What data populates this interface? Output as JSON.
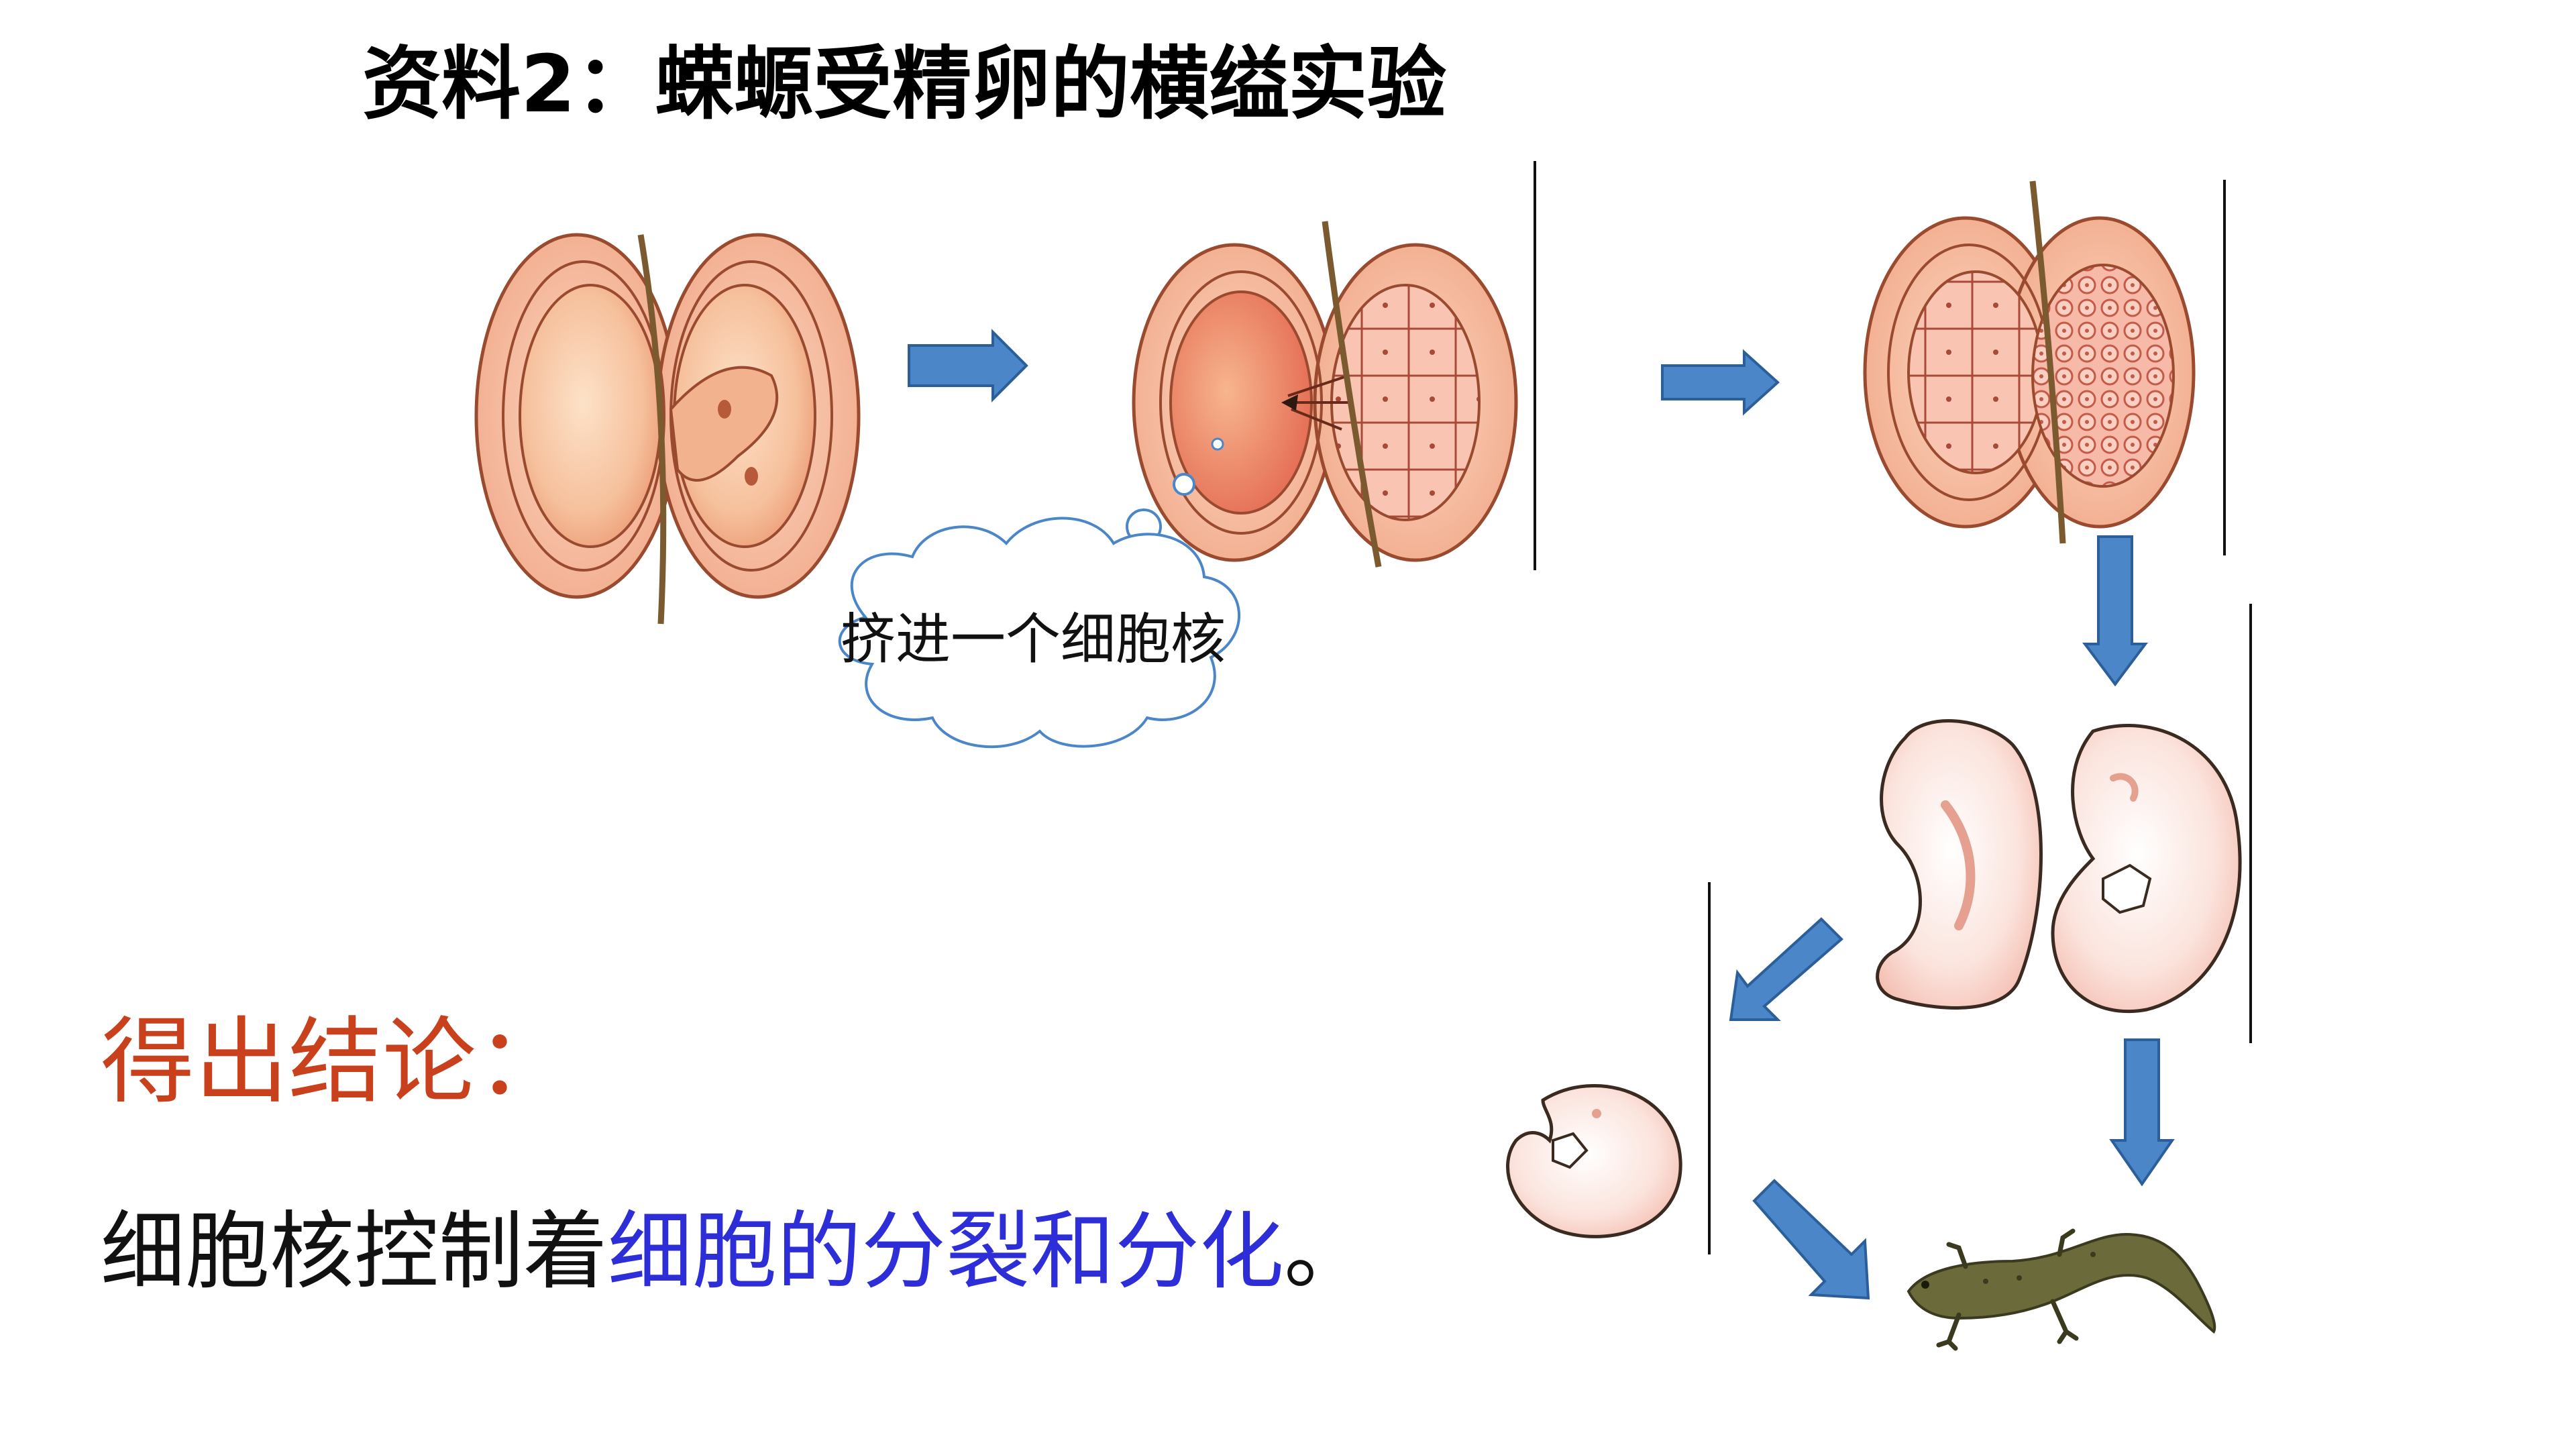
{
  "slide": {
    "title": "资料2：蝾螈受精卵的横缢实验",
    "thought_bubble": "挤进一个细胞核",
    "conclusion_heading": "得出结论：",
    "conclusion_prefix": "细胞核控制着",
    "conclusion_highlight": "细胞的分裂和分化",
    "conclusion_suffix": "。"
  },
  "colors": {
    "title": "#000000",
    "heading": "#c8401c",
    "highlight": "#2e2ed8",
    "arrow_fill": "#4a86c8",
    "embryo_fill": "#f6c6a6",
    "embryo_outline": "#9a4a2e"
  },
  "icons": [
    "arrow-right-icon",
    "arrow-down-icon",
    "arrow-down-left-icon",
    "arrow-down-right-icon",
    "salamander-icon"
  ]
}
